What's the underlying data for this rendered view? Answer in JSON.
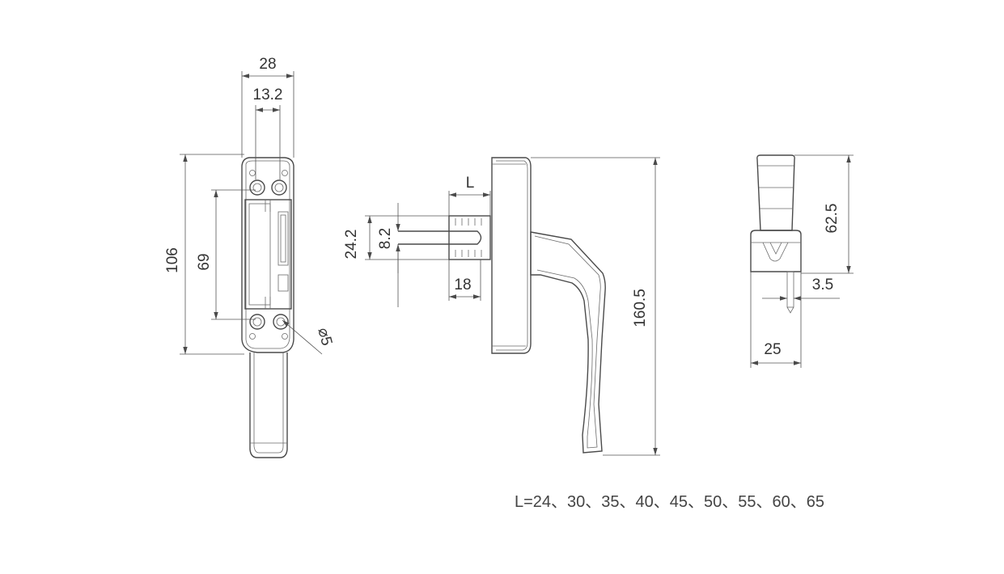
{
  "dimensions": {
    "front_width": "28",
    "front_inner_width": "13.2",
    "front_height": "106",
    "front_inner_height": "69",
    "hole_diameter": "⌀5",
    "spindle_length": "L",
    "base_height": "24.2",
    "spindle_square": "8.2",
    "spindle_depth": "18",
    "total_length": "160.5",
    "side_height": "62.5",
    "side_offset": "3.5",
    "side_width": "25"
  },
  "note": "L=24、30、35、40、45、50、55、60、65"
}
